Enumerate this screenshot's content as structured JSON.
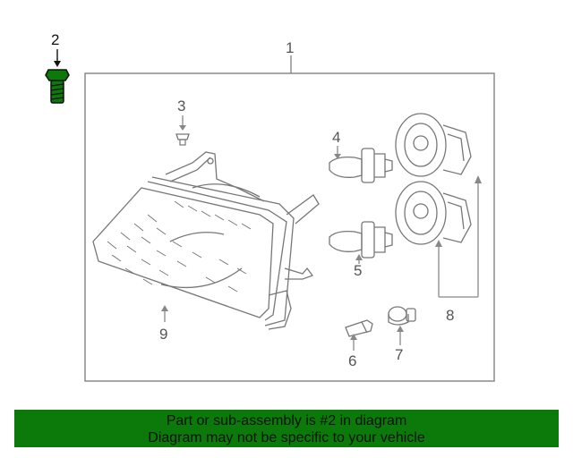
{
  "diagram": {
    "callouts": [
      {
        "id": "1",
        "label": "1"
      },
      {
        "id": "2",
        "label": "2"
      },
      {
        "id": "3",
        "label": "3"
      },
      {
        "id": "4",
        "label": "4"
      },
      {
        "id": "5",
        "label": "5"
      },
      {
        "id": "6",
        "label": "6"
      },
      {
        "id": "7",
        "label": "7"
      },
      {
        "id": "8",
        "label": "8"
      },
      {
        "id": "9",
        "label": "9"
      }
    ],
    "highlight_color": "#0b7a0b",
    "line_color": "#888888"
  },
  "banner": {
    "line1": "Part or sub-assembly is #2 in diagram",
    "line2": "Diagram may not be specific to your vehicle",
    "background": "#0b7a0b"
  }
}
